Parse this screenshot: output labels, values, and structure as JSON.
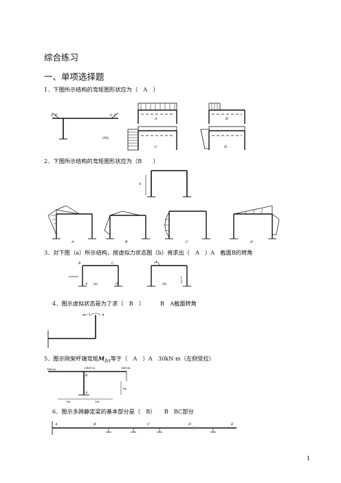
{
  "title": "综合练习",
  "section": "一、单项选择题",
  "q1": {
    "text": "1．下图所示结构的弯矩图形状应为（　A　）",
    "load_left": "F_P",
    "load_right": "F_P",
    "support_label": "(M)",
    "options": [
      "A",
      "B",
      "C",
      "D"
    ]
  },
  "q2": {
    "text": "2．下图所示结构的弯矩图形状应为（B　　）",
    "load_label": "q",
    "options": [
      "A",
      "B",
      "C",
      "D"
    ]
  },
  "q3": {
    "text": "3．对下图（a）所示结构，按虚拟力状态图（b）将求出（　A　）A　截面B的转角",
    "labels_a": [
      "B",
      "C",
      "A",
      "D",
      "(a)"
    ],
    "labels_b": [
      "(b)",
      "1",
      "1"
    ]
  },
  "q4": {
    "text": "4．图示虚拟状态是为了求（　B　）",
    "answer_text": "B　A截面转角",
    "labels": [
      "m=1",
      "A"
    ]
  },
  "q5": {
    "text": "5．图示刚架杆端弯矩",
    "mid_text": "等于（　A　）A　30kN·m（左侧受拉）",
    "symbol": "M",
    "sub": "BA",
    "labels": [
      "5kN/m",
      "20kN·m",
      "5kN/m",
      "B",
      "A",
      "2m",
      "2m",
      "2m"
    ]
  },
  "q6": {
    "text": "6．图示多跨静定梁的基本部分是（　B）　　B　BC部分",
    "labels": [
      "A",
      "B",
      "C",
      "D",
      "E"
    ]
  },
  "page_number": "1"
}
